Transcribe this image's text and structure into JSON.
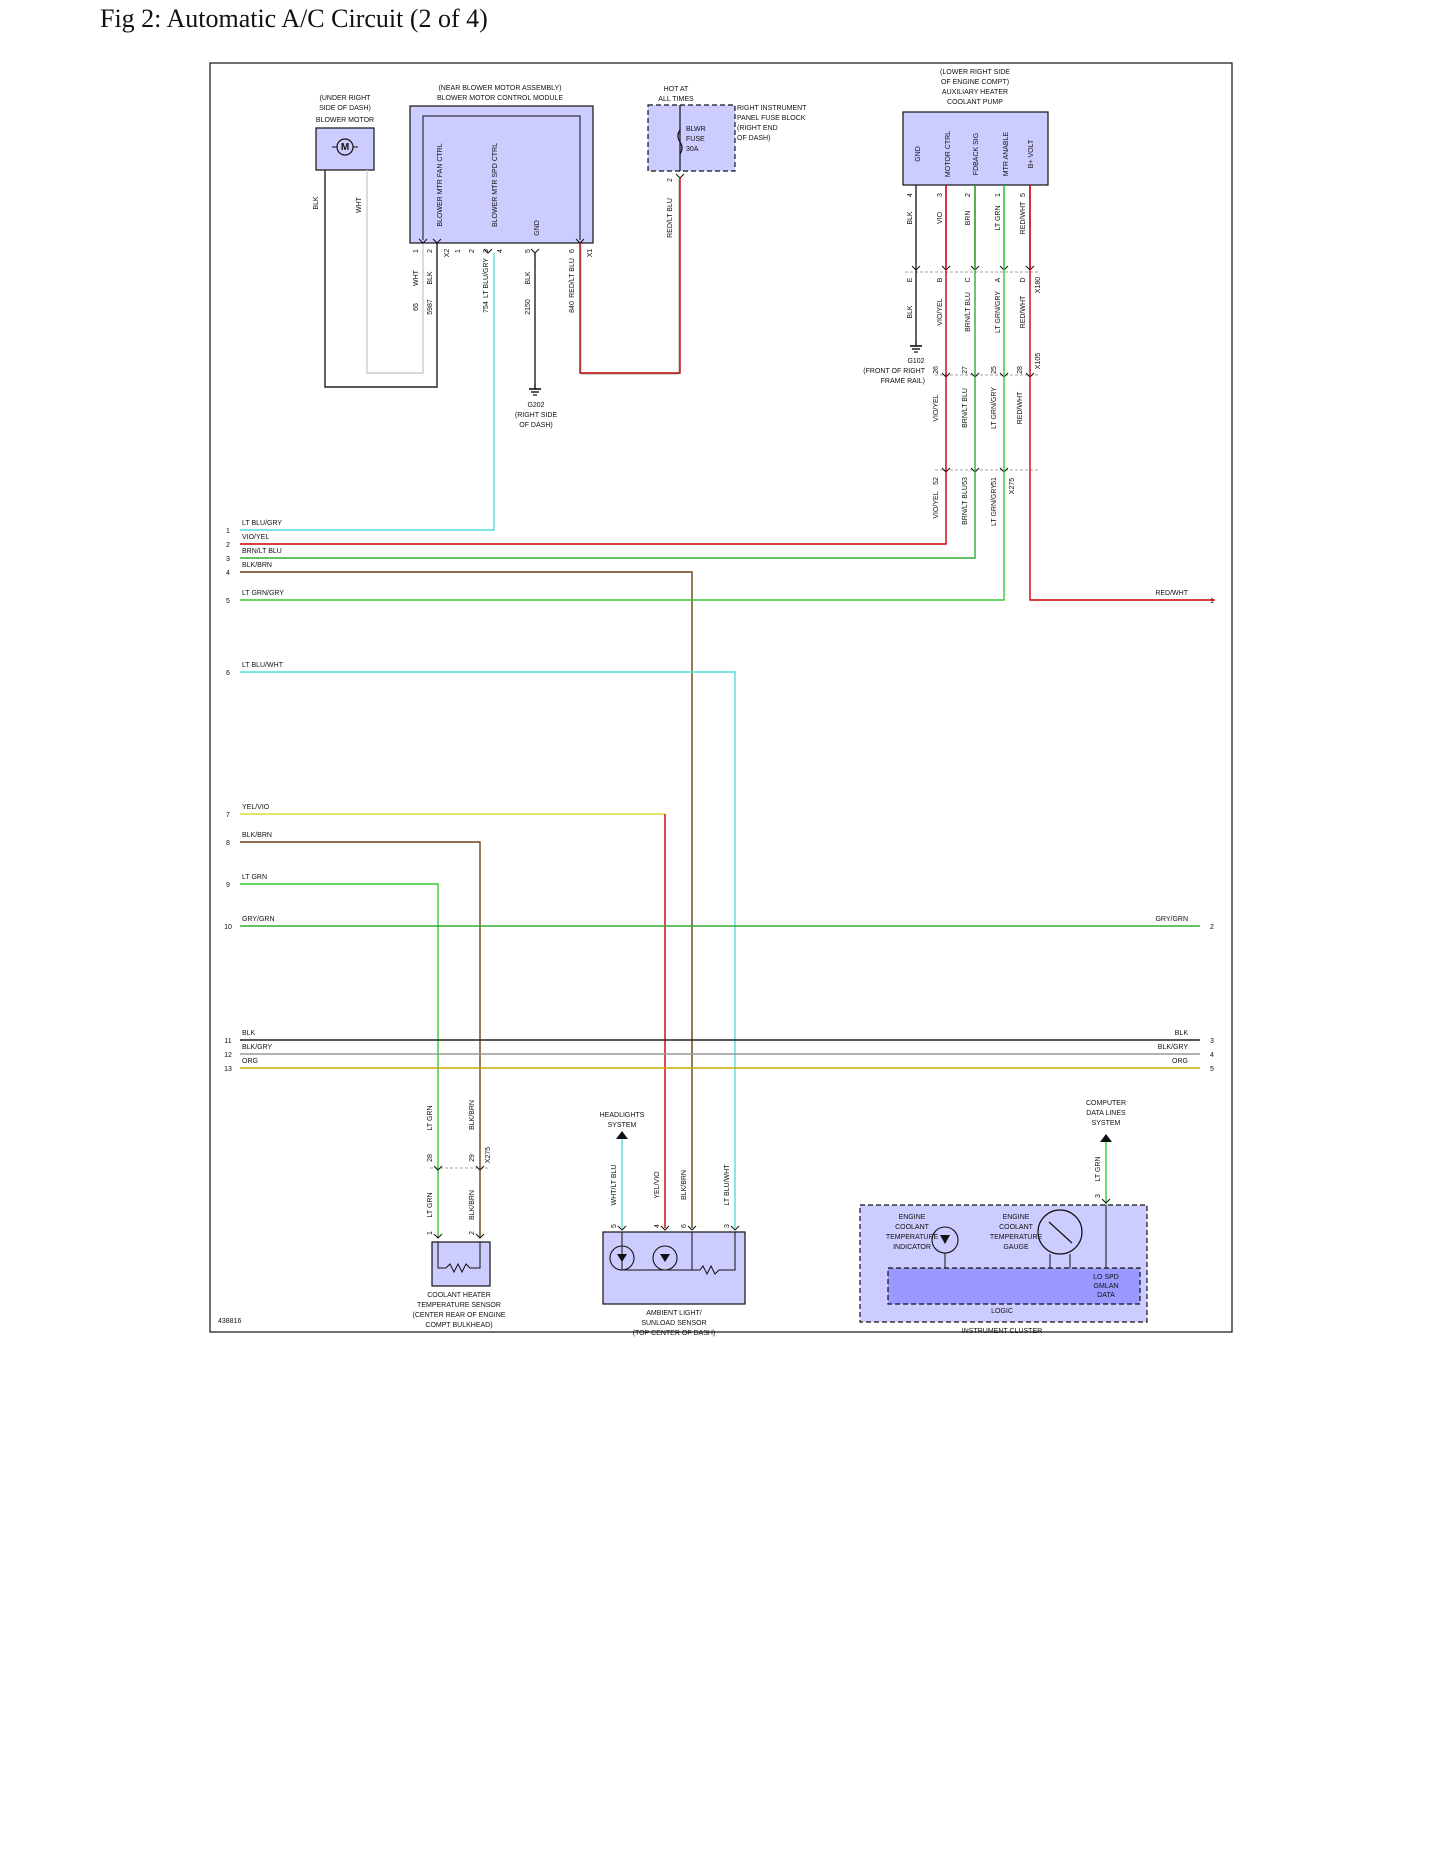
{
  "title": "Fig 2: Automatic A/C Circuit (2 of 4)",
  "figure_id": "438816",
  "colors": {
    "component_fill": "#ccccff",
    "component_dark_fill": "#9999ff",
    "frame": "#000000",
    "BLK": "#222222",
    "WHT": "#cccccc",
    "RED": "#cc0000",
    "LT_BLU": "#55dddd",
    "VIO": "#cc33cc",
    "BRN": "#664411",
    "LT_GRN": "#33cc33",
    "YEL": "#dddd33",
    "ORG": "#ccaa00",
    "GRN": "#33aa33",
    "GRY": "#999999"
  },
  "components": {
    "blower_motor": {
      "location": "(UNDER RIGHT\nSIDE OF DASH)",
      "name": "BLOWER MOTOR",
      "symbol": "M"
    },
    "bmcm": {
      "location": "(NEAR BLOWER MOTOR ASSEMBLY)",
      "name": "BLOWER MOTOR CONTROL MODULE",
      "pins": [
        "BLOWER MTR FAN CTRL",
        "BLOWER MTR SPD CTRL",
        "GND"
      ],
      "pin_numbers": [
        "1",
        "2",
        "1",
        "2",
        "3",
        "4",
        "5",
        "6"
      ],
      "connectors": [
        "X2",
        "X1"
      ],
      "wire_colors": [
        "WHT",
        "BLK",
        "LT BLU/GRY",
        "BLK",
        "RED/LT BLU"
      ],
      "circuits": [
        "65",
        "5987",
        "754",
        "2150",
        "840"
      ]
    },
    "fuse": {
      "header": "HOT AT\nALL TIMES",
      "name": "BLWR\nFUSE\n30A",
      "location": "RIGHT INSTRUMENT\nPANEL FUSE BLOCK\n(RIGHT END\nOF DASH)",
      "pin": "2",
      "wire": "RED/LT BLU"
    },
    "aux_pump": {
      "location": "(LOWER RIGHT SIDE\nOF ENGINE COMPT)",
      "name": "AUXILIARY HEATER\nCOOLANT PUMP",
      "pins": [
        "GND",
        "MOTOR CTRL",
        "FDBACK SIG",
        "MTR ANABLE",
        "B+ VOLT"
      ],
      "pin_numbers": [
        "4",
        "3",
        "2",
        "1",
        "5"
      ],
      "wires_top": [
        "BLK",
        "VIO",
        "BRN",
        "LT GRN",
        "RED/WHT"
      ],
      "x180_pins": [
        "E",
        "B",
        "C",
        "A",
        "D"
      ],
      "wires_mid": [
        "BLK",
        "VIO/YEL",
        "BRN/LT BLU",
        "LT GRN/GRY",
        "RED/WHT"
      ],
      "x105_pins": [
        "26",
        "27",
        "25",
        "28"
      ],
      "wires_low": [
        "VIO/YEL",
        "BRN/LT BLU",
        "LT GRN/GRY",
        "RED/WHT"
      ],
      "x275_pins": [
        "52",
        "53",
        "51"
      ],
      "wires_bottom": [
        "VIO/YEL",
        "BRN/LT BLU",
        "LT GRN/GRY"
      ],
      "connectors": [
        "X180",
        "X105",
        "X275"
      ]
    },
    "g102": {
      "name": "G102",
      "location": "(FRONT OF RIGHT\nFRAME RAIL)"
    },
    "g202": {
      "name": "G202",
      "location": "(RIGHT SIDE\nOF DASH)"
    },
    "coolant_sensor": {
      "name": "COOLANT HEATER\nTEMPERATURE SENSOR\n(CENTER REAR OF ENGINE\nCOMPT BULKHEAD)",
      "pins": [
        "1",
        "2"
      ],
      "x275_pins": [
        "28",
        "29"
      ],
      "connector": "X275",
      "wires_top": [
        "LT GRN",
        "BLK/BRN"
      ],
      "wires_bottom": [
        "LT GRN",
        "BLK/BRN"
      ]
    },
    "ambient_sensor": {
      "name": "AMBIENT LIGHT/\nSUNLOAD SENSOR\n(TOP CENTER OF DASH)",
      "pins": [
        "5",
        "4",
        "6",
        "3"
      ],
      "wires": [
        "WHT/LT BLU",
        "YEL/VIO",
        "BLK/BRN",
        "LT BLU/WHT"
      ],
      "headlights": "HEADLIGHTS\nSYSTEM"
    },
    "cluster": {
      "name": "INSTRUMENT CLUSTER",
      "indicator": "ENGINE\nCOOLANT\nTEMPERATURE\nINDICATOR",
      "gauge": "ENGINE\nCOOLANT\nTEMPERATURE\nGAUGE",
      "lo_spd": "LO SPD\nGMLAN\nDATA",
      "logic": "LOGIC",
      "computer": "COMPUTER\nDATA LINES\nSYSTEM",
      "pin": "3",
      "wire": "LT GRN"
    }
  },
  "left_wires": [
    {
      "num": "1",
      "label": "LT BLU/GRY"
    },
    {
      "num": "2",
      "label": "VIO/YEL"
    },
    {
      "num": "3",
      "label": "BRN/LT BLU"
    },
    {
      "num": "4",
      "label": "BLK/BRN"
    },
    {
      "num": "5",
      "label": "LT GRN/GRY"
    },
    {
      "num": "6",
      "label": "LT BLU/WHT"
    },
    {
      "num": "7",
      "label": "YEL/VIO"
    },
    {
      "num": "8",
      "label": "BLK/BRN"
    },
    {
      "num": "9",
      "label": "LT GRN"
    },
    {
      "num": "10",
      "label": "GRY/GRN"
    },
    {
      "num": "11",
      "label": "BLK"
    },
    {
      "num": "12",
      "label": "BLK/GRY"
    },
    {
      "num": "13",
      "label": "ORG"
    }
  ],
  "right_wires": [
    {
      "num": "1",
      "label": "RED/WHT"
    },
    {
      "num": "2",
      "label": "GRY/GRN"
    },
    {
      "num": "3",
      "label": "BLK"
    },
    {
      "num": "4",
      "label": "BLK/GRY"
    },
    {
      "num": "5",
      "label": "ORG"
    }
  ]
}
